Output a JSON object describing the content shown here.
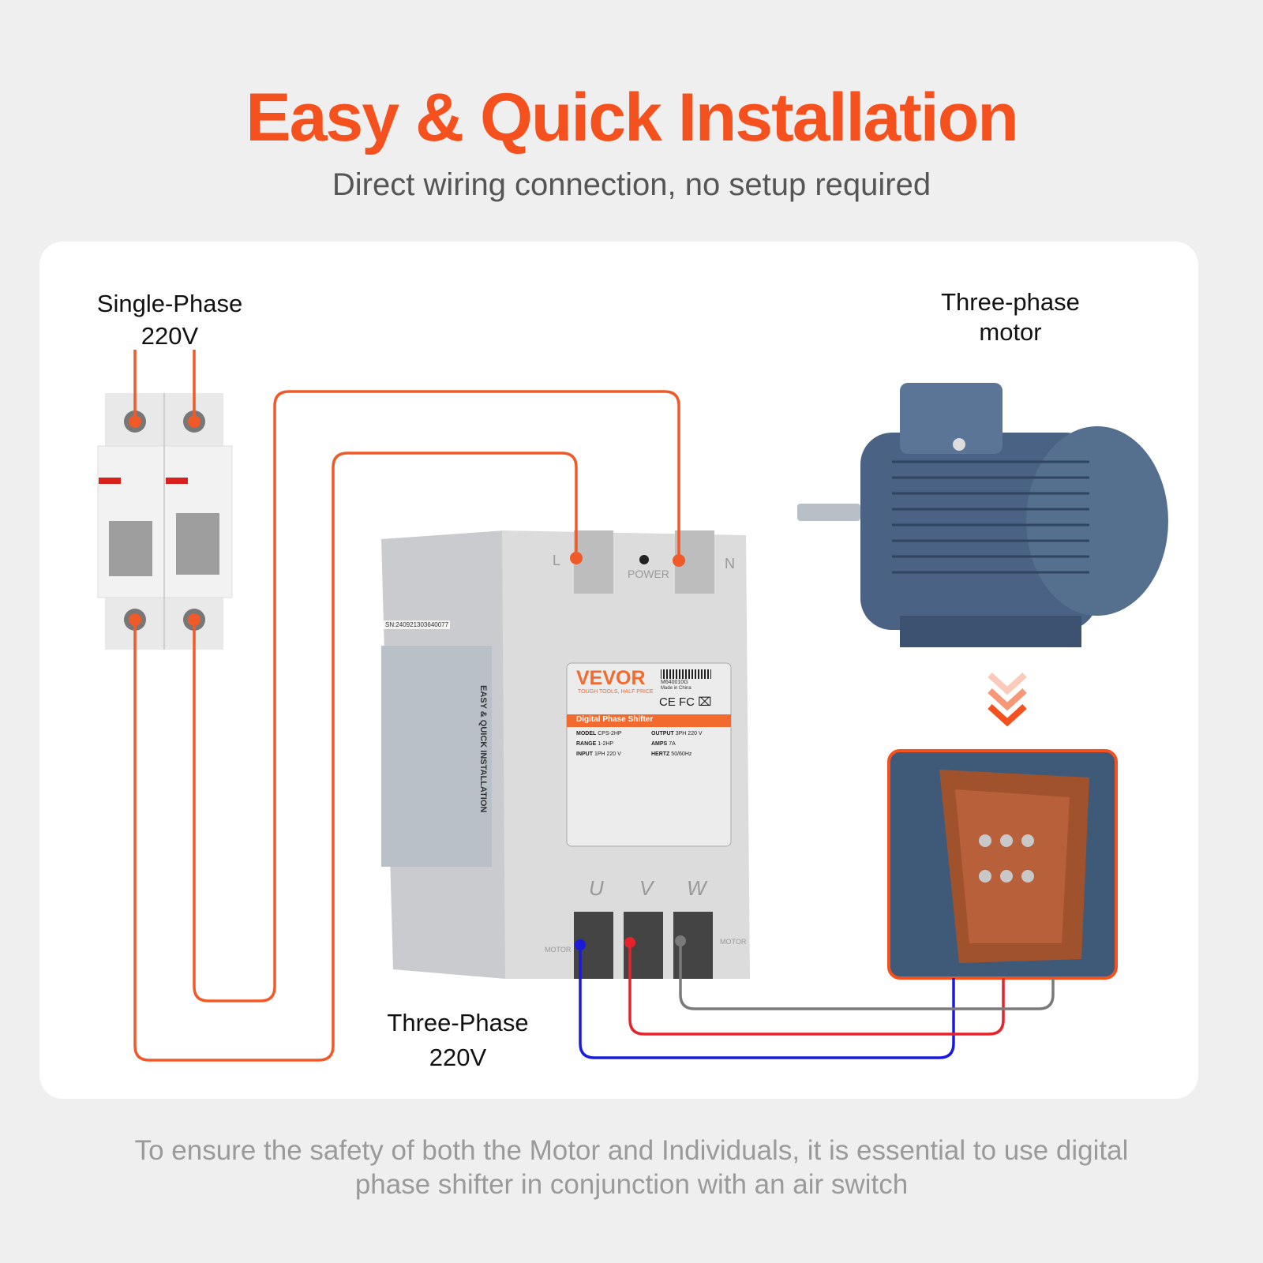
{
  "header": {
    "title": "Easy & Quick Installation",
    "subtitle": "Direct wiring connection, no setup required"
  },
  "labels": {
    "breaker_line1": "Single-Phase",
    "breaker_line2": "220V",
    "motor_line1": "Three-phase",
    "motor_line2": "motor",
    "output_line1": "Three-Phase",
    "output_line2": "220V"
  },
  "device": {
    "brand": "VEVOR",
    "tagline": "TOUGH TOOLS, HALF PRICE",
    "product": "Digital Phase Shifter",
    "terminal_L": "L",
    "terminal_N": "N",
    "power": "POWER",
    "terminal_U": "U",
    "terminal_V": "V",
    "terminal_W": "W",
    "motor": "MOTOR",
    "serial": "SN:240921303640077",
    "code": "M640010G",
    "made_in": "Made in China",
    "specs": [
      {
        "k": "MODEL",
        "v": "CPS-2HP"
      },
      {
        "k": "OUTPUT",
        "v": "3PH 220 V"
      },
      {
        "k": "RANGE",
        "v": "1-2HP"
      },
      {
        "k": "AMPS",
        "v": "7A"
      },
      {
        "k": "INPUT",
        "v": "1PH 220 V"
      },
      {
        "k": "HERTZ",
        "v": "50/60Hz"
      }
    ],
    "side_text": "EASY & QUICK INSTALLATION"
  },
  "footer": {
    "line1": "To ensure the safety of both the Motor and Individuals, it is essential to use digital",
    "line2": "phase shifter in conjunction with an air switch"
  },
  "colors": {
    "accent": "#f4511e",
    "wire_orange": "#f05a28",
    "wire_blue": "#1a1adb",
    "wire_red": "#e8222a",
    "wire_grey": "#7a7a7a",
    "motor": "#4a6283"
  },
  "icons": [
    "arrow-down-chevrons-icon",
    "ce-mark-icon",
    "fcc-mark-icon",
    "weee-bin-icon"
  ]
}
